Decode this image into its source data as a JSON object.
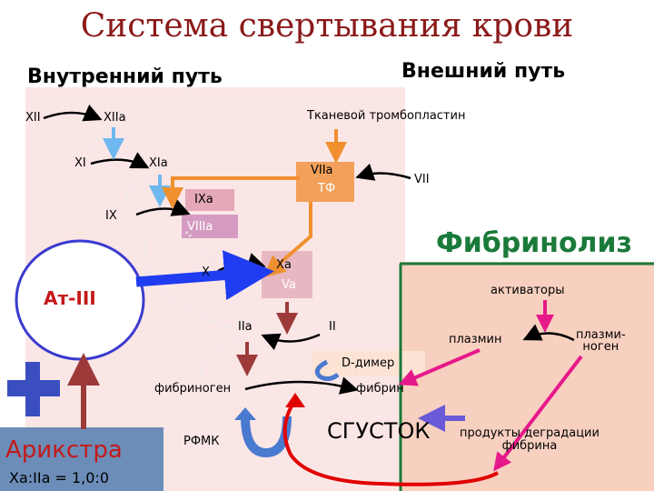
{
  "title": "Система свертывания крови",
  "intrinsic_title": "Внутренний путь",
  "extrinsic_title": "Внешний путь",
  "fibrinolysis_title": "Фибринолиз",
  "labels": {
    "xii": "XII",
    "xiia": "XIIa",
    "tissue_thromboplastin": "Тканевой тромбопластин",
    "xi": "XI",
    "xia": "XIa",
    "viia": "VIIa",
    "tf": "ТФ",
    "vii": "VII",
    "ixa": "IXa",
    "ix": "IX",
    "viiia": "VIIIa",
    "x": "X",
    "xa": "Xa",
    "va": "Va",
    "at3": "Ат-III",
    "iia": "IIa",
    "ii": "II",
    "ddimer": "D-димер",
    "fibrinogen": "фибриноген",
    "fibrin": "фибрин",
    "rfmk": "РФМК",
    "clot": "СГУСТОК",
    "activators": "активаторы",
    "plasmin": "плазмин",
    "plasminogen": "плазми-\nноген",
    "degradation": "продукты деградации\nфибрина",
    "ariktra": "Арикстра",
    "ratio": "Xa:IIa = 1,0:0"
  },
  "colors": {
    "title": "#8b1a1a",
    "pink_area": "#fbe6e6",
    "salmon_area": "#f8d0c0",
    "blue_arrow": "#6fb8ef",
    "orange_arrow": "#f0902e",
    "dark_red_arrow": "#9c3a3a",
    "at3_circle": "#3a3ad0",
    "green": "#1a7a3a",
    "magenta": "#e6198a",
    "cross": "#3a4ec0",
    "clot_red": "#e00000"
  }
}
